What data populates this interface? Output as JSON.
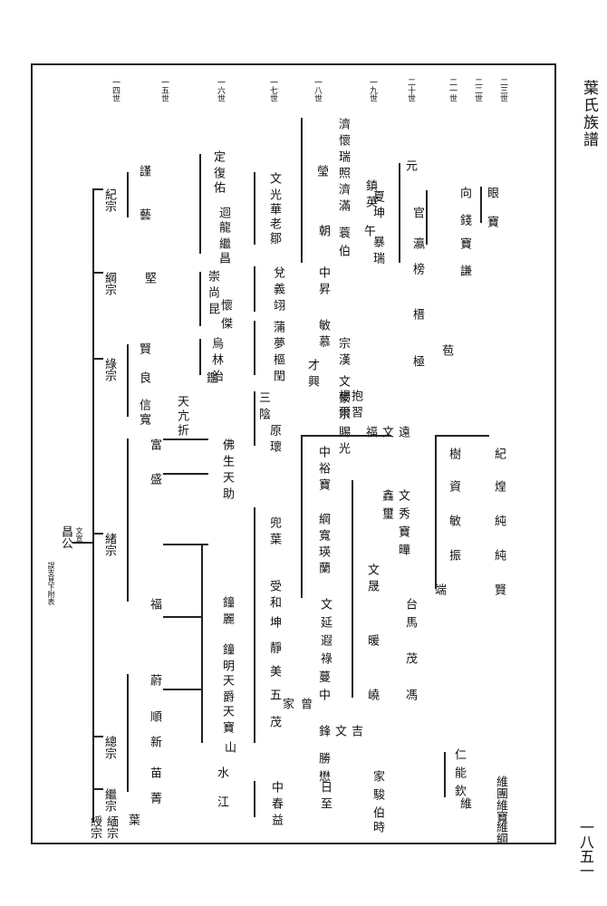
{
  "book": {
    "title": "葉氏族譜",
    "page_number": "一八五一"
  },
  "generations": [
    "一四世",
    "一五世",
    "一六世",
    "一七世",
    "一八世",
    "一九世",
    "二十世",
    "二一世",
    "二二世",
    "二三世"
  ],
  "root": {
    "top_note": "誤支見下附表",
    "founder": "昌公",
    "founder_note": "文宣"
  },
  "gen14": [
    "紀宗",
    "綱宗",
    "綠宗",
    "緒宗",
    "總宗",
    "繼宗",
    "綬宗",
    "緬宗"
  ],
  "gen15": [
    "謹",
    "藝",
    "堅",
    "賢",
    "良",
    "信",
    "寬",
    "富",
    "盛",
    "福",
    "蔚",
    "順",
    "新",
    "苗",
    "菁",
    "葉"
  ],
  "gen16": [
    "定",
    "復",
    "佑",
    "迴",
    "龍",
    "繼",
    "昌",
    "崇",
    "尚",
    "昆",
    "懷",
    "傑",
    "烏",
    "林",
    "治",
    "鑑",
    "天",
    "亢",
    "折",
    "佛",
    "生",
    "天",
    "助",
    "鐘",
    "麗",
    "鐘",
    "明",
    "天",
    "爵",
    "天",
    "寶",
    "山",
    "江",
    "水"
  ],
  "gen17": [
    "文",
    "光",
    "華",
    "老",
    "鄒",
    "兌",
    "義",
    "翊",
    "中",
    "昇",
    "蒲",
    "夢",
    "樞",
    "閏",
    "三",
    "陰",
    "原",
    "瓌",
    "兜",
    "葉",
    "受",
    "和",
    "坤",
    "靜",
    "美",
    "五",
    "茂",
    "家",
    "曾",
    "中",
    "春",
    "日",
    "至",
    "益"
  ],
  "gen18": [
    "瑩",
    "朝",
    "敏",
    "慕",
    "才",
    "興",
    "中",
    "裕",
    "寶",
    "綱",
    "寬",
    "瑛",
    "蘭",
    "文",
    "延",
    "遐",
    "祿",
    "蔓",
    "中",
    "鋒",
    "文",
    "吉",
    "勝",
    "懋",
    "家",
    "駿",
    "伯",
    "時"
  ],
  "gen19": [
    "濟",
    "懷",
    "瑞",
    "照",
    "濟",
    "滿",
    "蓑",
    "伯",
    "鎮",
    "英",
    "午",
    "宗",
    "漢",
    "文",
    "蒙",
    "宗",
    "賜",
    "光",
    "福",
    "文",
    "遠",
    "楊",
    "爾",
    "習",
    "抱",
    "文",
    "晟",
    "暖",
    "嶢"
  ],
  "gen20": [
    "元",
    "夏",
    "坤",
    "暴",
    "瑞",
    "鑫",
    "璽",
    "文",
    "秀",
    "寶",
    "曄",
    "台",
    "馬",
    "茂",
    "馮"
  ],
  "gen21": [
    "官",
    "瀛",
    "榜",
    "榗",
    "極",
    "苞",
    "樹",
    "資",
    "敏",
    "振",
    "端",
    "維"
  ],
  "gen22": [
    "向",
    "錢",
    "寶",
    "謙",
    "仁",
    "能",
    "欽"
  ],
  "gen23": [
    "眼",
    "寶",
    "紀",
    "煌",
    "純",
    "純",
    "賢"
  ],
  "arrow_labels": [
    "維團",
    "維寶",
    "維綱"
  ]
}
